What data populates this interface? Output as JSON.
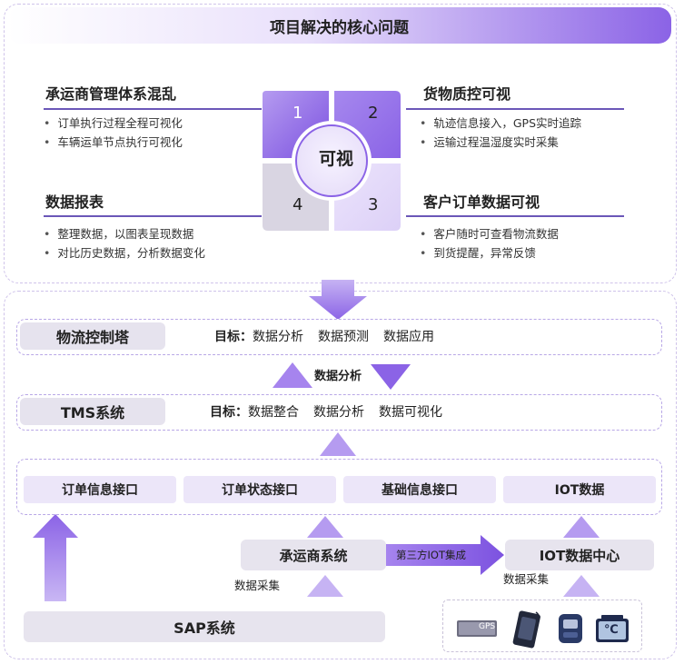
{
  "header": {
    "title": "项目解决的核心问题"
  },
  "quadrants": [
    {
      "title": "承运商管理体系混乱",
      "bullets": [
        "订单执行过程全程可视化",
        "车辆运单节点执行可视化"
      ]
    },
    {
      "title": "货物质控可视",
      "bullets": [
        "轨迹信息接入，GPS实时追踪",
        "运输过程温湿度实时采集"
      ]
    },
    {
      "title": "数据报表",
      "bullets": [
        "整理数据，以图表呈现数据",
        "对比历史数据，分析数据变化"
      ]
    },
    {
      "title": "客户订单数据可视",
      "bullets": [
        "客户随时可查看物流数据",
        "到货提醒，异常反馈"
      ]
    }
  ],
  "center": {
    "label": "可视",
    "numbers": [
      "1",
      "2",
      "3",
      "4"
    ]
  },
  "tower": {
    "name": "物流控制塔",
    "goal_label": "目标：",
    "goals": [
      "数据分析",
      "数据预测",
      "数据应用"
    ]
  },
  "exchange_label": "数据分析",
  "tms": {
    "name": "TMS系统",
    "goal_label": "目标：",
    "goals": [
      "数据整合",
      "数据分析",
      "数据可视化"
    ]
  },
  "interfaces": [
    "订单信息接口",
    "订单状态接口",
    "基础信息接口",
    "IOT数据"
  ],
  "carrier": {
    "name": "承运商系统",
    "collect_label": "数据采集"
  },
  "third_party_label": "第三方IOT集成",
  "iot_center": {
    "name": "IOT数据中心",
    "collect_label": "数据采集"
  },
  "sap": {
    "name": "SAP系统"
  },
  "devices": {
    "gps_text": "GPS",
    "temp_text": "℃",
    "icons": [
      "gps-box-icon",
      "handheld-tag-icon",
      "meter-icon",
      "thermometer-box-icon"
    ]
  },
  "colors": {
    "accent": "#8b63e6",
    "light_purple": "#ece6f9",
    "grey": "#e6e3ee",
    "dark_line": "#6b57b8"
  }
}
